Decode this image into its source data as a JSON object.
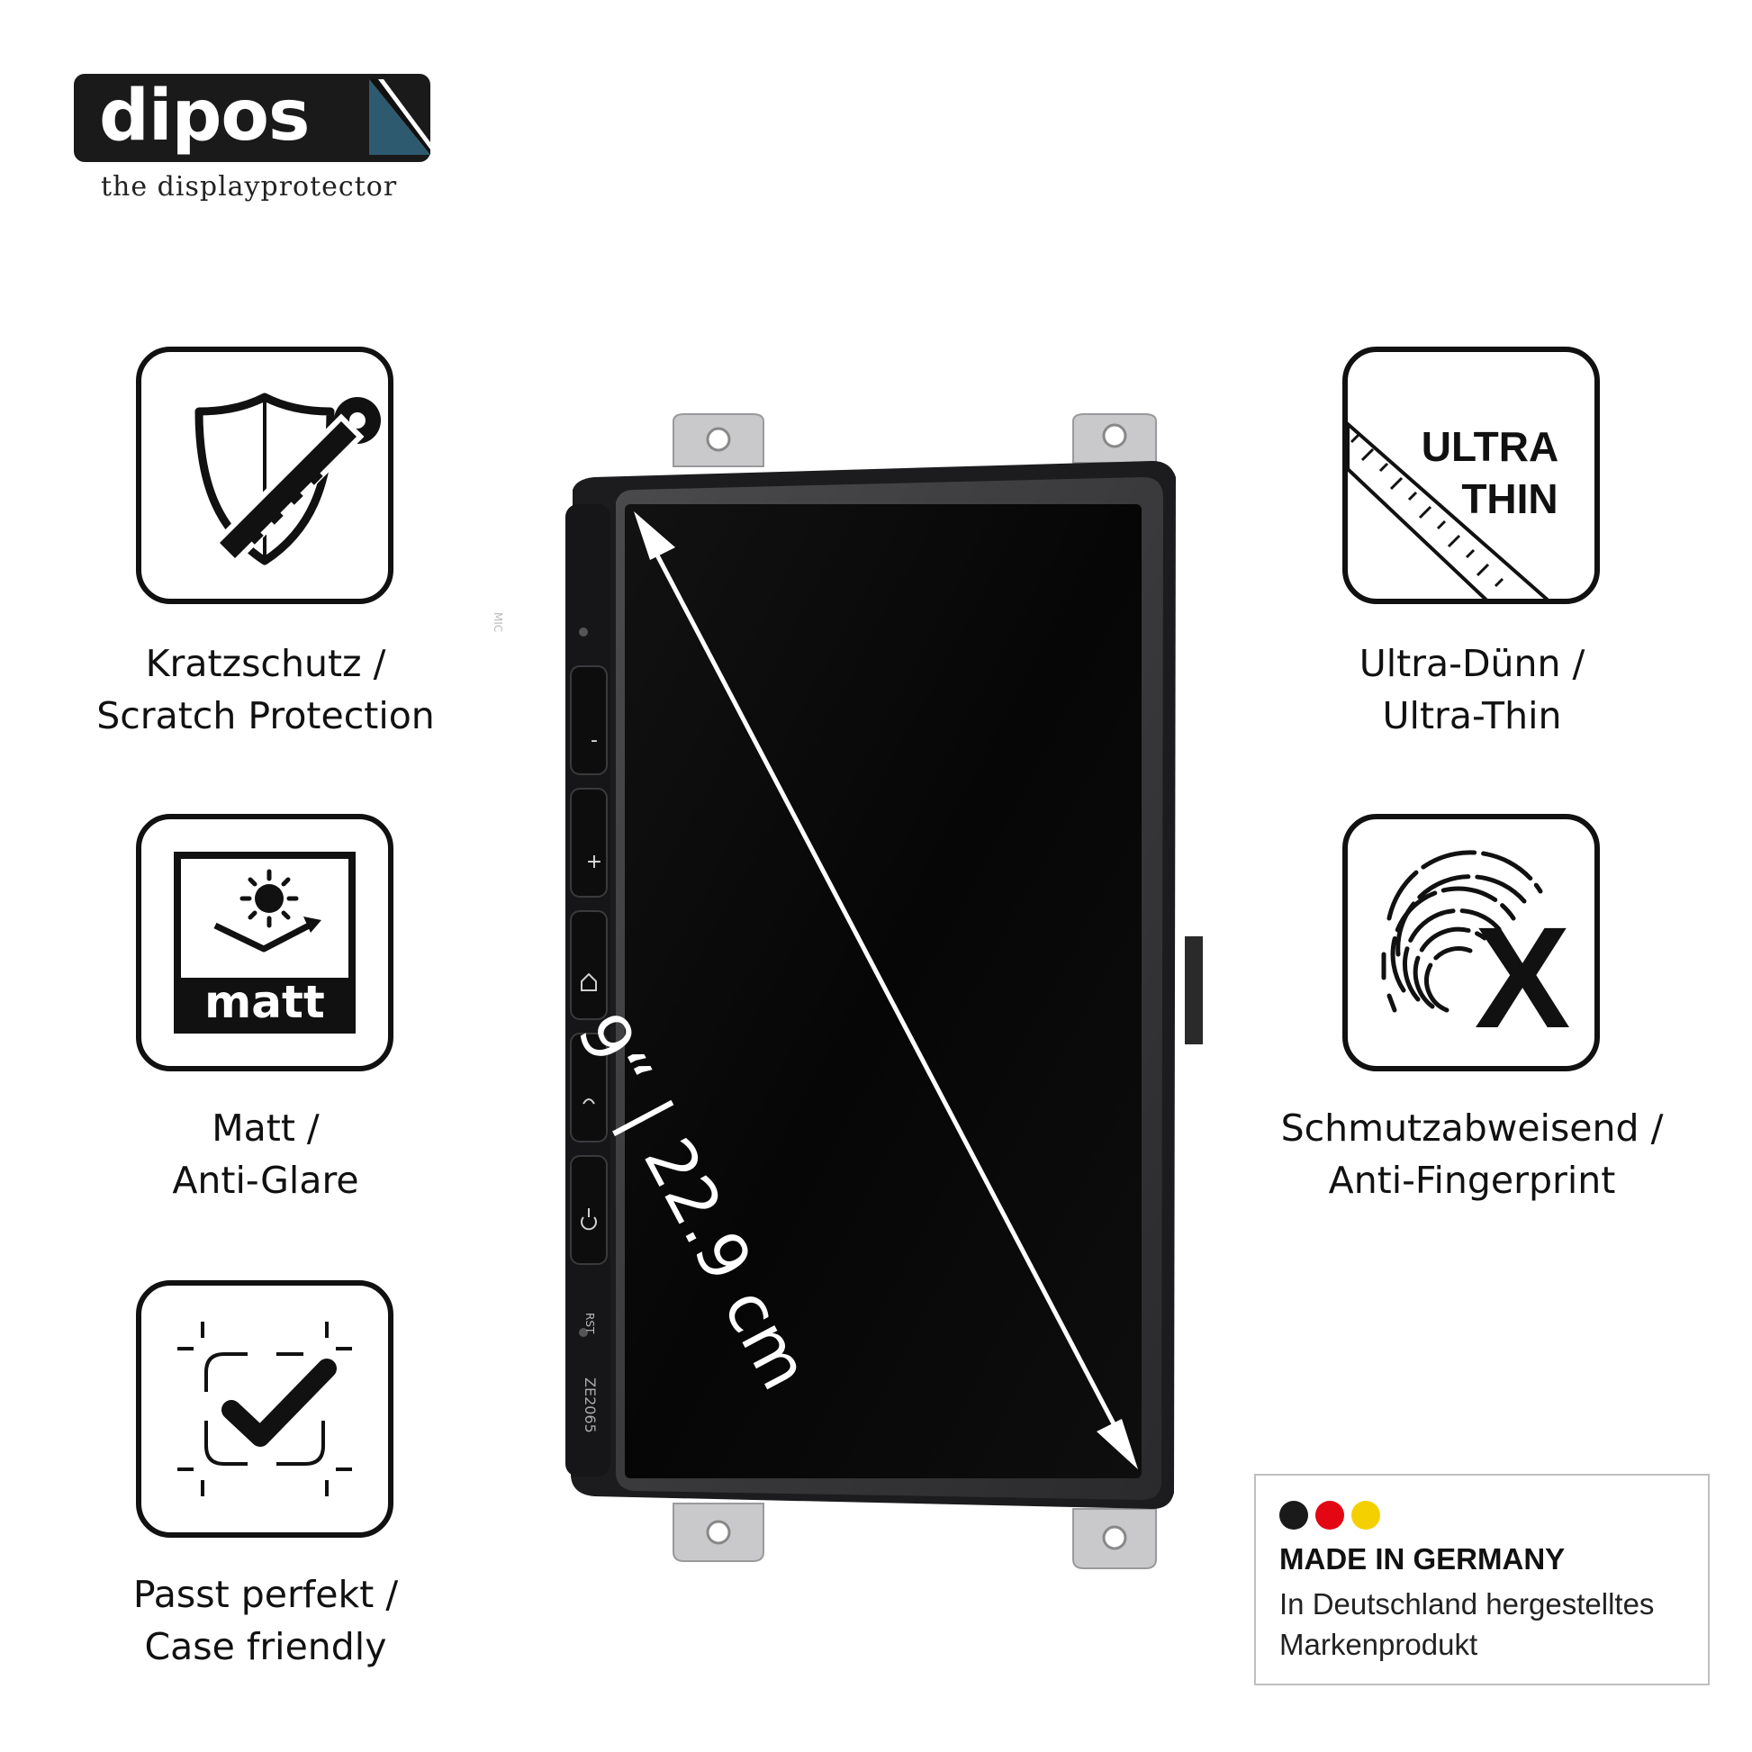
{
  "logo": {
    "word": "dipos",
    "tagline": "the displayprotector"
  },
  "features": {
    "scratch": {
      "line1": "Kratzschutz /",
      "line2": "Scratch Protection"
    },
    "matt": {
      "line1": "Matt /",
      "line2": "Anti-Glare",
      "icon_text": "matt"
    },
    "fit": {
      "line1": "Passt perfekt /",
      "line2": "Case friendly"
    },
    "ultra": {
      "line1": "Ultra-Dünn /",
      "line2": "Ultra-Thin",
      "icon_line1": "ULTRA",
      "icon_line2": "THIN"
    },
    "fingerprint": {
      "line1": "Schmutzabweisend /",
      "line2": "Anti-Fingerprint",
      "icon_text": "X"
    }
  },
  "device": {
    "size_label": "9“ | 22.9 cm",
    "mic_label": "MIC",
    "rst_label": "RST",
    "model_label": "ZE2065",
    "buttons": [
      "-",
      "+"
    ]
  },
  "badge": {
    "dot_colors": [
      "#1a1a1a",
      "#e30613",
      "#f5d000"
    ],
    "title": "MADE IN GERMANY",
    "subtitle_line1": "In Deutschland hergestelltes",
    "subtitle_line2": "Markenprodukt"
  }
}
